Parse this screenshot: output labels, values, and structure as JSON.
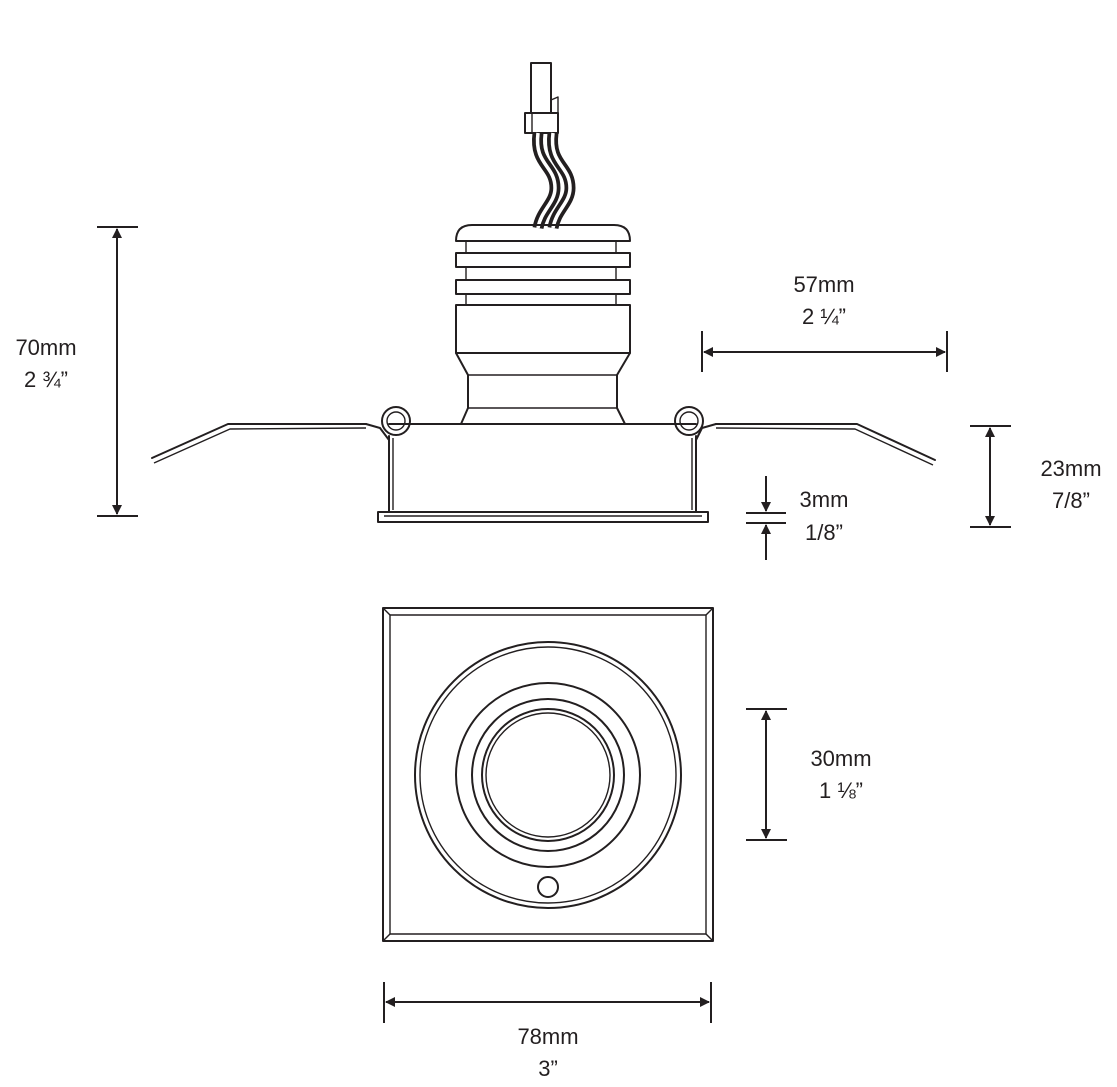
{
  "dimensions": {
    "overall_height": {
      "metric": "70mm",
      "imperial": "2 ¾”"
    },
    "clip_span": {
      "metric": "57mm",
      "imperial": "2 ¼”"
    },
    "trim_depth": {
      "metric": "23mm",
      "imperial": "7/8”"
    },
    "flange_thickness": {
      "metric": "3mm",
      "imperial": "1/8”"
    },
    "aperture": {
      "metric": "30mm",
      "imperial": "1 ⅛”"
    },
    "trim_width": {
      "metric": "78mm",
      "imperial": "3”"
    }
  },
  "colors": {
    "line": "#231f20",
    "background": "#ffffff"
  }
}
